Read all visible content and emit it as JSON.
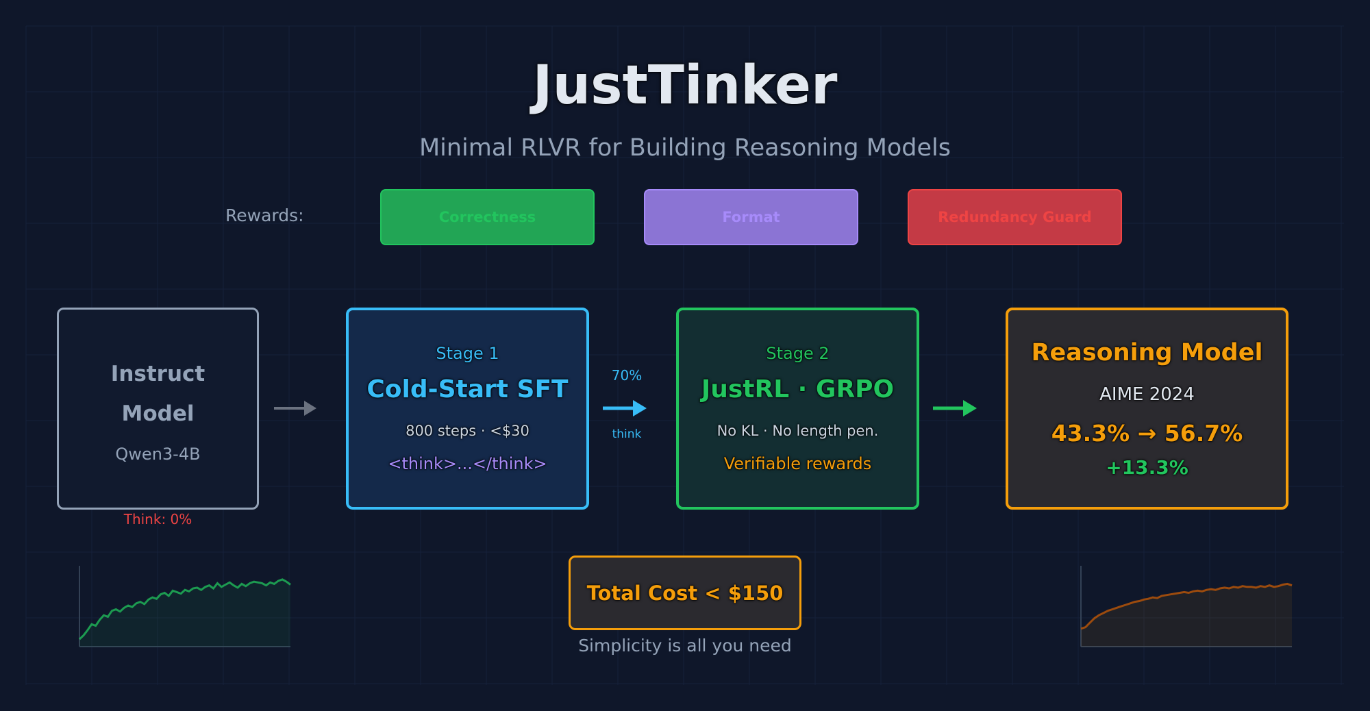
{
  "title": "JustTinker",
  "subtitle": "Minimal RLVR for Building Reasoning Models",
  "rewards": {
    "label": "Rewards:",
    "items": [
      {
        "label": "Correctness",
        "color": "#22c55e"
      },
      {
        "label": "Format",
        "color": "#a78bfa"
      },
      {
        "label": "Redundancy Guard",
        "color": "#ef4444"
      }
    ]
  },
  "pipeline": {
    "instruct": {
      "title_line1": "Instruct",
      "title_line2": "Model",
      "subtitle": "Qwen3-4B",
      "think": "Think: 0%"
    },
    "stage1": {
      "label": "Stage 1",
      "title": "Cold-Start SFT",
      "detail": "800 steps · <$30",
      "tag": "<think>...</think>",
      "color": "#38bdf8"
    },
    "transition": {
      "percent": "70%",
      "label": "think"
    },
    "stage2": {
      "label": "Stage 2",
      "title": "JustRL · GRPO",
      "detail": "No KL · No length pen.",
      "note": "Verifiable rewards",
      "color": "#22c55e"
    },
    "result": {
      "title": "Reasoning Model",
      "benchmark": "AIME 2024",
      "score": "43.3% → 56.7%",
      "gain": "+13.3%",
      "color": "#f59e0b"
    }
  },
  "cost": {
    "label": "Total Cost < $150",
    "tagline": "Simplicity is all you need"
  },
  "sparklines": {
    "left": {
      "color": "#22c55e",
      "values": [
        0.1,
        0.15,
        0.22,
        0.3,
        0.28,
        0.36,
        0.42,
        0.4,
        0.48,
        0.5,
        0.47,
        0.52,
        0.55,
        0.53,
        0.58,
        0.6,
        0.57,
        0.63,
        0.66,
        0.64,
        0.7,
        0.72,
        0.68,
        0.75,
        0.73,
        0.71,
        0.76,
        0.74,
        0.78,
        0.79,
        0.76,
        0.8,
        0.82,
        0.78,
        0.85,
        0.8,
        0.83,
        0.86,
        0.82,
        0.79,
        0.84,
        0.81,
        0.85,
        0.87,
        0.86,
        0.85,
        0.82,
        0.86,
        0.84,
        0.88,
        0.9,
        0.87,
        0.83
      ]
    },
    "right": {
      "color": "#b45309",
      "values": [
        0.24,
        0.26,
        0.32,
        0.38,
        0.42,
        0.45,
        0.48,
        0.5,
        0.52,
        0.54,
        0.56,
        0.58,
        0.6,
        0.61,
        0.63,
        0.64,
        0.66,
        0.65,
        0.68,
        0.69,
        0.7,
        0.71,
        0.72,
        0.73,
        0.72,
        0.74,
        0.75,
        0.74,
        0.76,
        0.77,
        0.76,
        0.78,
        0.79,
        0.78,
        0.8,
        0.79,
        0.81,
        0.8,
        0.8,
        0.79,
        0.81,
        0.8,
        0.82,
        0.8,
        0.81,
        0.83,
        0.84,
        0.82
      ]
    }
  }
}
